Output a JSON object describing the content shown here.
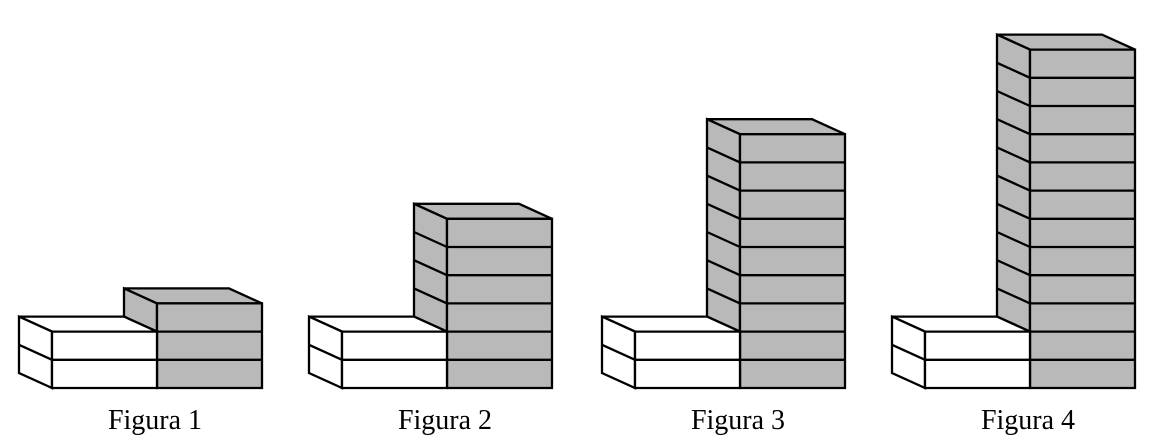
{
  "figures": [
    {
      "label": "Figura 1",
      "tower_layers": 3,
      "base_layers": 2
    },
    {
      "label": "Figura 2",
      "tower_layers": 6,
      "base_layers": 2
    },
    {
      "label": "Figura 3",
      "tower_layers": 9,
      "base_layers": 2
    },
    {
      "label": "Figura 4",
      "tower_layers": 12,
      "base_layers": 2
    }
  ],
  "colors": {
    "tower_fill": "#b9b9b9",
    "base_fill": "#ffffff",
    "outline": "#000000",
    "background": "#ffffff"
  }
}
